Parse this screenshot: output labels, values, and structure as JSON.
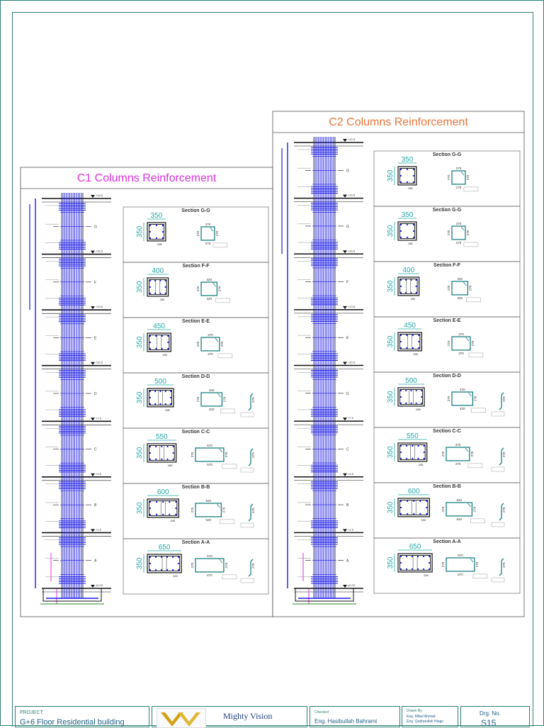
{
  "panels": [
    {
      "title": "C1 Columns Reinforcement",
      "title_color": "#e030e0",
      "sections": [
        {
          "title": "Section G-G",
          "width": "350",
          "depth": "350",
          "stirrup_w": "270",
          "stirrup_h": "270",
          "hook": "",
          "note": "2Ø8"
        },
        {
          "title": "Section F-F",
          "width": "400",
          "depth": "350",
          "stirrup_w": "320",
          "stirrup_h": "270",
          "hook": "",
          "note": "2Ø8"
        },
        {
          "title": "Section E-E",
          "width": "450",
          "depth": "350",
          "stirrup_w": "370",
          "stirrup_h": "270",
          "hook": "",
          "note": "2Ø8"
        },
        {
          "title": "Section D-D",
          "width": "500",
          "depth": "350",
          "stirrup_w": "420",
          "stirrup_h": "270",
          "hook": "270",
          "note": "2Ø8"
        },
        {
          "title": "Section C-C",
          "width": "550",
          "depth": "350",
          "stirrup_w": "570",
          "stirrup_h": "270",
          "hook": "270",
          "note": "2Ø8"
        },
        {
          "title": "Section B-B",
          "width": "600",
          "depth": "350",
          "stirrup_w": "520",
          "stirrup_h": "270",
          "hook": "270",
          "note": "2Ø8"
        },
        {
          "title": "Section A-A",
          "width": "650",
          "depth": "350",
          "stirrup_w": "570",
          "stirrup_h": "270",
          "hook": "270",
          "note": "2Ø8"
        }
      ],
      "levels": [
        "+19.5",
        "+16.5",
        "+13.5",
        "+10.5",
        "+7.5",
        "+4.5",
        "+1.5",
        "±0.00"
      ],
      "section_marks": [
        "G",
        "F",
        "E",
        "D",
        "C",
        "B",
        "A"
      ]
    },
    {
      "title": "C2 Columns Reinforcement",
      "title_color": "#e8743b",
      "sections": [
        {
          "title": "Section G-G",
          "width": "350",
          "depth": "350",
          "stirrup_w": "270",
          "stirrup_h": "270",
          "hook": "",
          "note": "2Ø8"
        },
        {
          "title": "Section G-G",
          "width": "350",
          "depth": "350",
          "stirrup_w": "270",
          "stirrup_h": "270",
          "hook": "",
          "note": "2Ø8"
        },
        {
          "title": "Section F-F",
          "width": "400",
          "depth": "350",
          "stirrup_w": "320",
          "stirrup_h": "270",
          "hook": "",
          "note": "2Ø8"
        },
        {
          "title": "Section E-E",
          "width": "450",
          "depth": "350",
          "stirrup_w": "370",
          "stirrup_h": "270",
          "hook": "",
          "note": "2Ø8"
        },
        {
          "title": "Section D-D",
          "width": "500",
          "depth": "350",
          "stirrup_w": "420",
          "stirrup_h": "270",
          "hook": "270",
          "note": "2Ø8"
        },
        {
          "title": "Section C-C",
          "width": "550",
          "depth": "350",
          "stirrup_w": "470",
          "stirrup_h": "270",
          "hook": "270",
          "note": "2Ø8"
        },
        {
          "title": "Section B-B",
          "width": "600",
          "depth": "350",
          "stirrup_w": "520",
          "stirrup_h": "270",
          "hook": "270",
          "note": "2Ø8"
        },
        {
          "title": "Section A-A",
          "width": "650",
          "depth": "350",
          "stirrup_w": "570",
          "stirrup_h": "270",
          "hook": "270",
          "note": "2Ø8"
        }
      ],
      "levels": [
        "+22.5",
        "+19.5",
        "+16.5",
        "+13.5",
        "+10.5",
        "+7.5",
        "+4.5",
        "+1.5",
        "±0.00"
      ],
      "section_marks": [
        "G",
        "G",
        "F",
        "E",
        "D",
        "C",
        "B",
        "A"
      ]
    }
  ],
  "title_block": {
    "project_label": "PROJECT:",
    "project_name": "G+6 Floor Residential building",
    "company": "Mighty Vision",
    "checked_label": "Checked",
    "engineer": "Eng. Hasibullah Bahrami",
    "drawn_label": "Drawn By:",
    "drawn_1": "Eng. Milad Ahmad",
    "drawn_2": "Eng. Qudratullah Haqjo",
    "drg_label": "Drg. No.",
    "drg_no": "S15"
  },
  "colors": {
    "border": "#2d7f72",
    "rebar": "#1a1ae6",
    "dimension": "#25a6a6",
    "level_marker": "#111111",
    "pink_dim": "#e030e0"
  }
}
